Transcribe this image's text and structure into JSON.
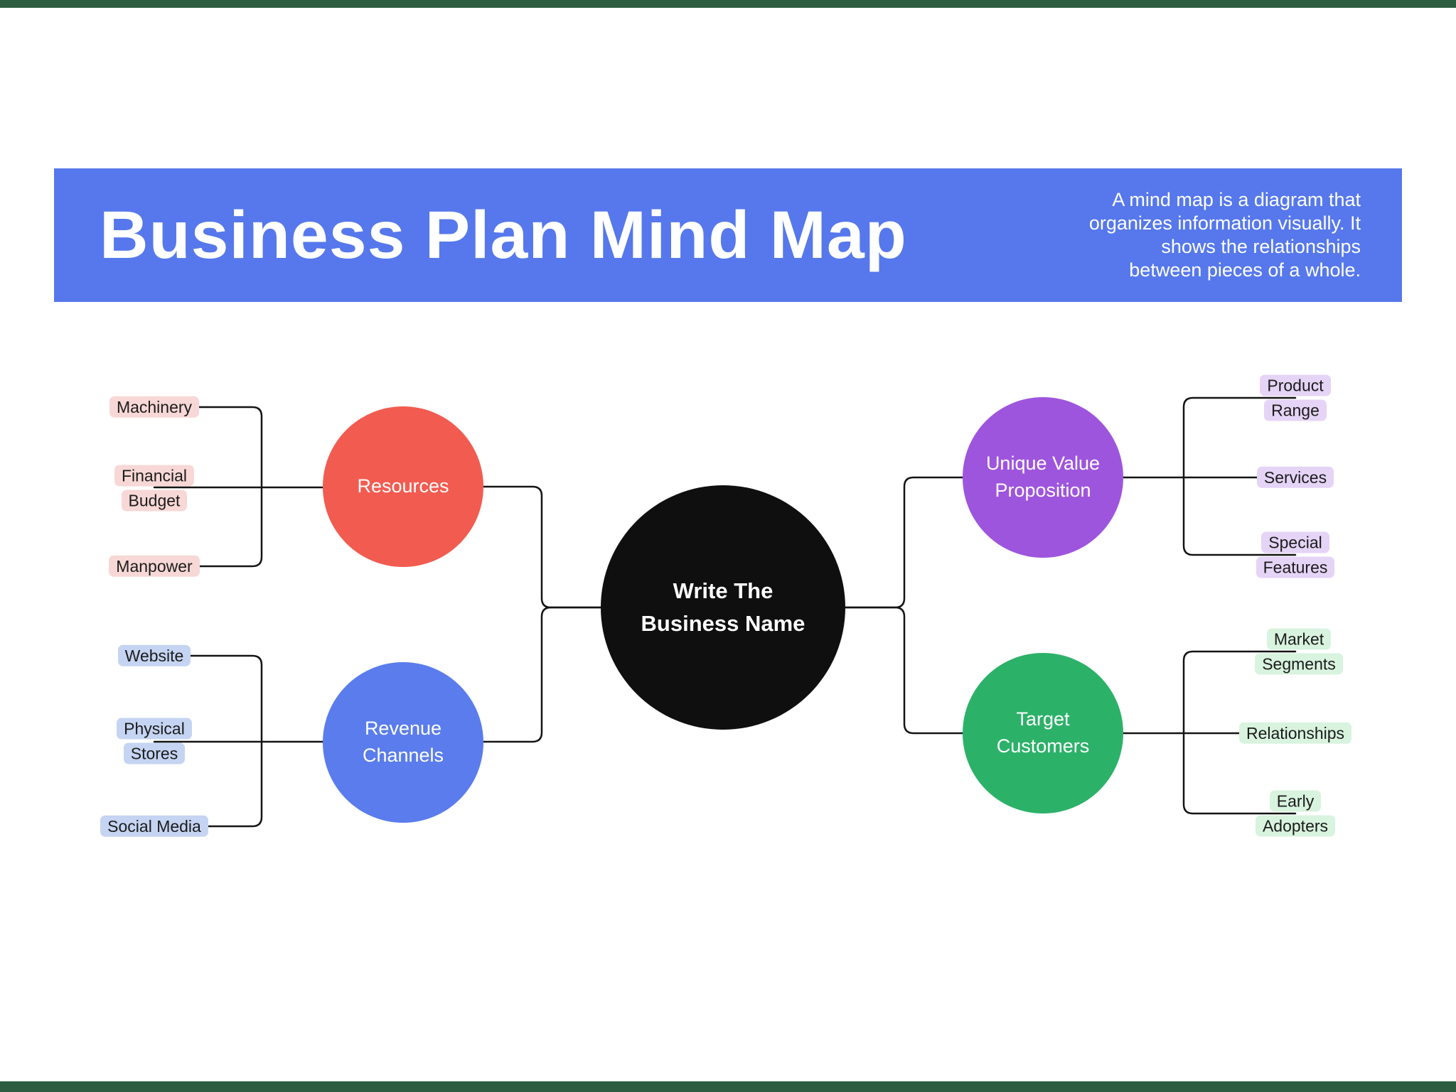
{
  "frame": {
    "top_bar_color": "#2d5c41",
    "bottom_bar_color": "#2d5c41",
    "background": "#ffffff",
    "connector_color": "#141414"
  },
  "header": {
    "title": "Business Plan Mind Map",
    "description": "A mind map is a diagram that organizes information visually. It shows the relationships between pieces of a whole.",
    "background": "#5678ec",
    "text_color": "#ffffff"
  },
  "center_node": {
    "label": "Write The\nBusiness Name",
    "color": "#0f0f0f",
    "text_color": "#ffffff"
  },
  "branches": [
    {
      "label": "Resources",
      "color": "#f25b50",
      "leaf_background": "#f7d8d6",
      "side": "left",
      "leaves": [
        "Machinery",
        "Financial\nBudget",
        "Manpower"
      ]
    },
    {
      "label": "Revenue\nChannels",
      "color": "#5a7cec",
      "leaf_background": "#c5d4f2",
      "side": "left",
      "leaves": [
        "Website",
        "Physical\nStores",
        "Social Media"
      ]
    },
    {
      "label": "Unique Value\nProposition",
      "color": "#9e55dd",
      "leaf_background": "#e5d4f6",
      "side": "right",
      "leaves": [
        "Product\nRange",
        "Services",
        "Special\nFeatures"
      ]
    },
    {
      "label": "Target\nCustomers",
      "color": "#2cb169",
      "leaf_background": "#d8f3de",
      "side": "right",
      "leaves": [
        "Market\nSegments",
        "Relationships",
        "Early\nAdopters"
      ]
    }
  ]
}
